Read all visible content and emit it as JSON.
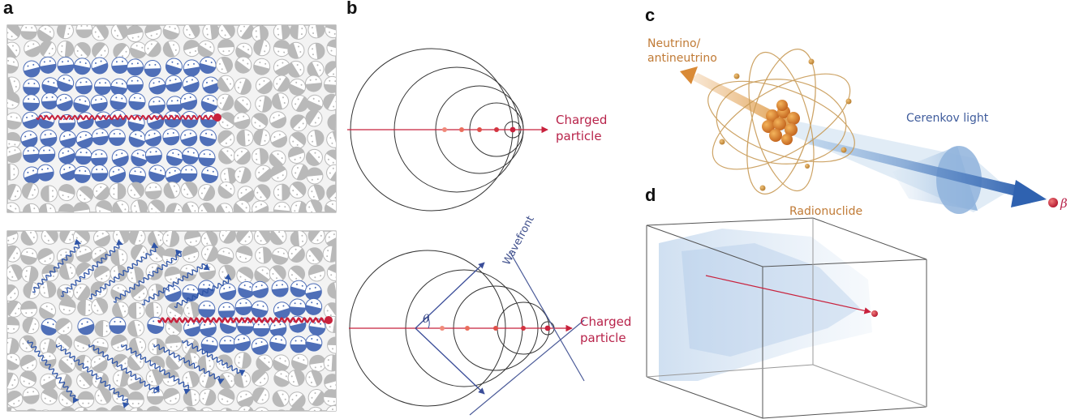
{
  "panels": {
    "a": "a",
    "b": "b",
    "c": "c",
    "d": "d"
  },
  "panel_b": {
    "label_top_line1": "Charged",
    "label_top_line2": "particle",
    "label_bottom_line1": "Charged",
    "label_bottom_line2": "particle",
    "wavefront": "Wavefront",
    "theta": "θ"
  },
  "panel_c": {
    "neutrino_line1": "Neutrino/",
    "neutrino_line2": "antineutrino",
    "cerenkov": "Cerenkov light",
    "radionuclide": "Radionuclide",
    "beta": "β"
  },
  "colors": {
    "particle_red": "#c8213c",
    "molecule_grey": "#b9b9b9",
    "molecule_blue": "#4f6fb8",
    "photon_blue": "#2f55a8",
    "neutrino_orange": "#d98a36",
    "cone_blue": "#8fb3dc"
  }
}
